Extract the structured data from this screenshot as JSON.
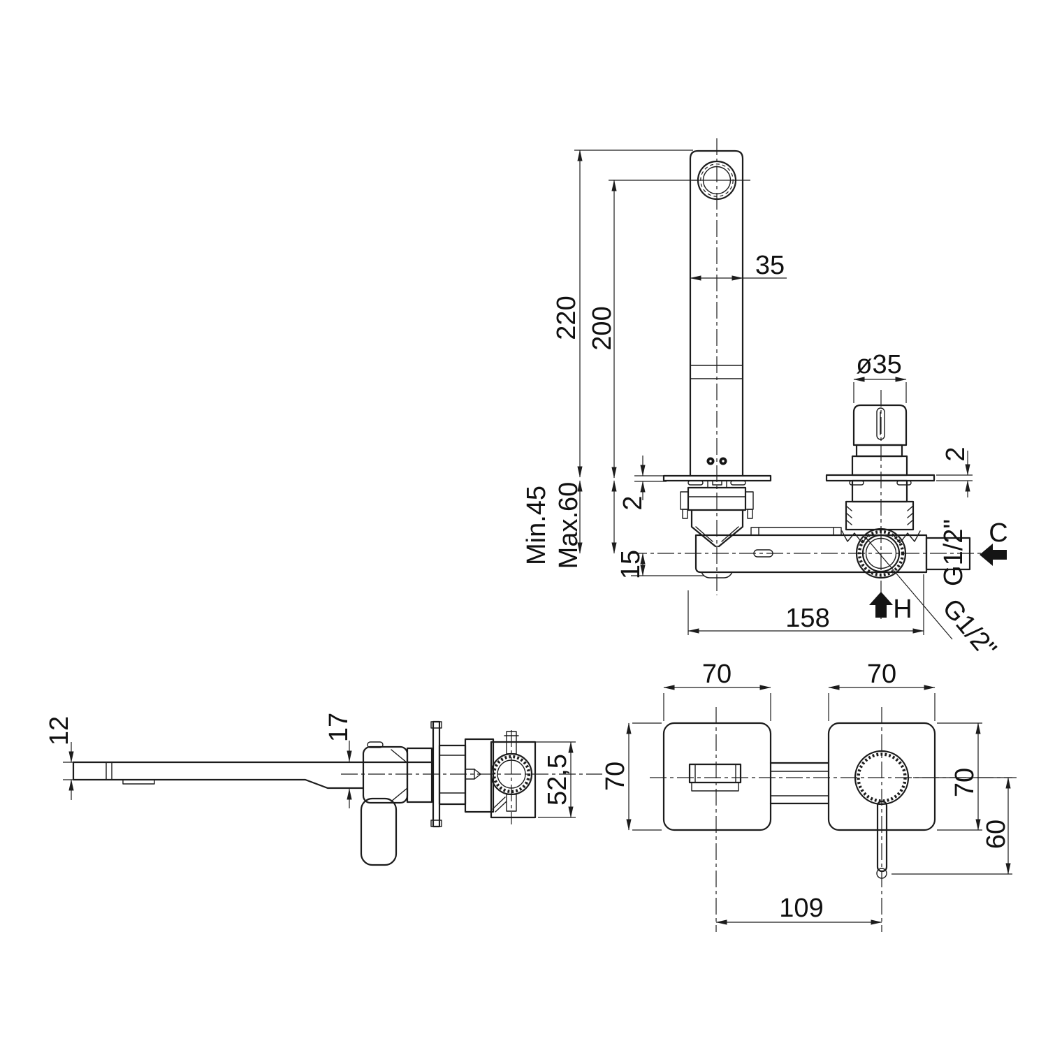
{
  "plan_view": {
    "dim_total_height": "220",
    "dim_height_to_spout_axis": "200",
    "dim_spout_width": "35",
    "dim_cartridge_diameter": "ø35",
    "dim_plate_thickness_spout": "2",
    "dim_plate_thickness_valve": "2",
    "dim_depth_min": "Min.45",
    "dim_depth_max": "Max.60",
    "dim_axis_offset": "15",
    "dim_body_length": "158",
    "label_cold_thread": "G1/2\"",
    "label_cold": "C",
    "label_hot": "H",
    "label_hot_thread": "G1/2\""
  },
  "side_view": {
    "dim_spout_tip_height": "12",
    "dim_spout_root_height": "17",
    "dim_body_height": "52,5"
  },
  "front_view": {
    "dim_left_plate_width": "70",
    "dim_right_plate_width": "70",
    "dim_left_plate_height": "70",
    "dim_right_plate_height": "70",
    "dim_lever_drop": "60",
    "dim_centre_distance": "109"
  }
}
